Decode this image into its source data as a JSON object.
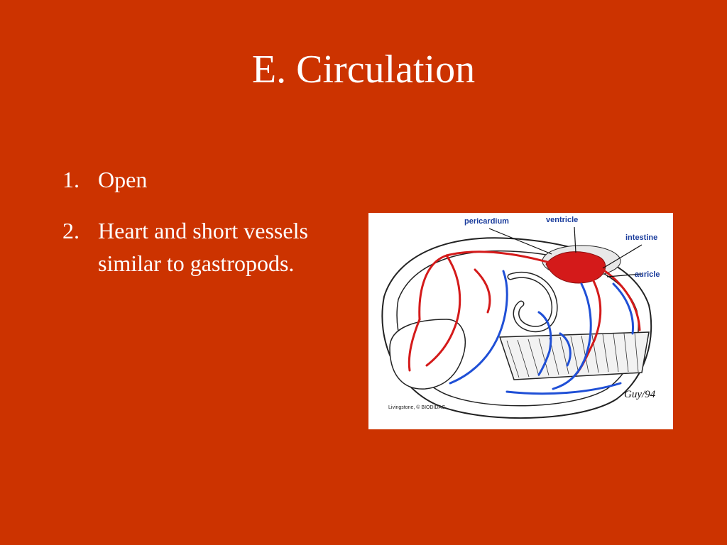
{
  "slide": {
    "title": "E.  Circulation",
    "background_color": "#cc3300",
    "text_color": "#ffffff"
  },
  "bullets": [
    {
      "number": "1.",
      "text": "Open"
    },
    {
      "number": "2.",
      "text": "Heart and short vessels similar to gastropods."
    }
  ],
  "diagram": {
    "labels": {
      "pericardium": "pericardium",
      "ventricle": "ventricle",
      "intestine": "intestine",
      "auricle": "auricle"
    },
    "credit": "Livingstone, © BIODIDAC.",
    "signature": "Guy/94",
    "colors": {
      "artery": "#d41a1a",
      "vein": "#1f4fd6",
      "outline": "#222222",
      "label": "#1a3c9c"
    }
  }
}
